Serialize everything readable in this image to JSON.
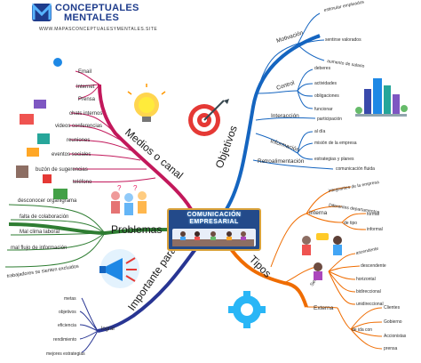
{
  "brand": {
    "logo_letters": "M",
    "name_line1": "CONCEPTUALES",
    "name_line2": "MENTALES",
    "url": "WWW.MAPASCONCEPTUALESYMENTALES.SITE"
  },
  "center": {
    "title_line1": "COMUNICACIÓN",
    "title_line2": "EMPRESARIAL"
  },
  "branches": {
    "medios": {
      "label": "Medios o canal",
      "color": "#c2185b",
      "items": [
        "Email",
        "Internet",
        "Prensa",
        "chats internos",
        "videos conferencias",
        "reuniones",
        "eventos sociales",
        "buzón de sugerencias",
        "teléfono"
      ]
    },
    "problemas": {
      "label": "Problemas",
      "color": "#2e7d32",
      "items": [
        "desconocer organigrama",
        "falta de colaboración",
        "Mal clima laboral",
        "mal flujo de información",
        "trabajadores se sienten excluidos"
      ]
    },
    "importante": {
      "label": "Importante para",
      "color": "#283593",
      "sub_label": "lograr",
      "items": [
        "metas",
        "objetivos",
        "eficiencia",
        "rendimiento",
        "mejores estrategias"
      ]
    },
    "objetivos": {
      "label": "Objetivos",
      "color": "#1565c0",
      "groups": [
        {
          "label": "Motivación",
          "items": [
            "estimular empleados",
            "sentirse valorados",
            "aumento de salario"
          ]
        },
        {
          "label": "Control",
          "items": [
            "deberes",
            "actividades",
            "obligaciones",
            "funcionar"
          ]
        },
        {
          "label": "Interacción",
          "items": [
            "participación"
          ]
        },
        {
          "label": "Información",
          "items": [
            "al día",
            "misión de la empresa",
            "estrategias y planes"
          ]
        },
        {
          "label": "Retroalimentación",
          "items": [
            "comunicación fluida"
          ]
        }
      ]
    },
    "tipos": {
      "label": "Tipos",
      "color": "#ef6c00",
      "groups": [
        {
          "label": "Interna",
          "items": [
            "integrantes de la empresa",
            "Diferentes departamentos",
            "de tipo",
            "formal",
            "informal"
          ]
        },
        {
          "label": "Sentido",
          "items": [
            "ascendente",
            "descendente",
            "horizontal",
            "bidireccional",
            "unidireccional"
          ]
        },
        {
          "label": "Externa",
          "items": [
            "Clientes",
            "de ida con",
            "Gobierno",
            "Accionistas",
            "prensa"
          ]
        }
      ]
    }
  },
  "colors": {
    "accent_magenta": "#c2185b",
    "accent_green": "#2e7d32",
    "accent_indigo": "#283593",
    "accent_blue": "#1565c0",
    "accent_orange": "#ef6c00",
    "center_fill": "#234a8a",
    "center_border": "#d9a23a"
  }
}
